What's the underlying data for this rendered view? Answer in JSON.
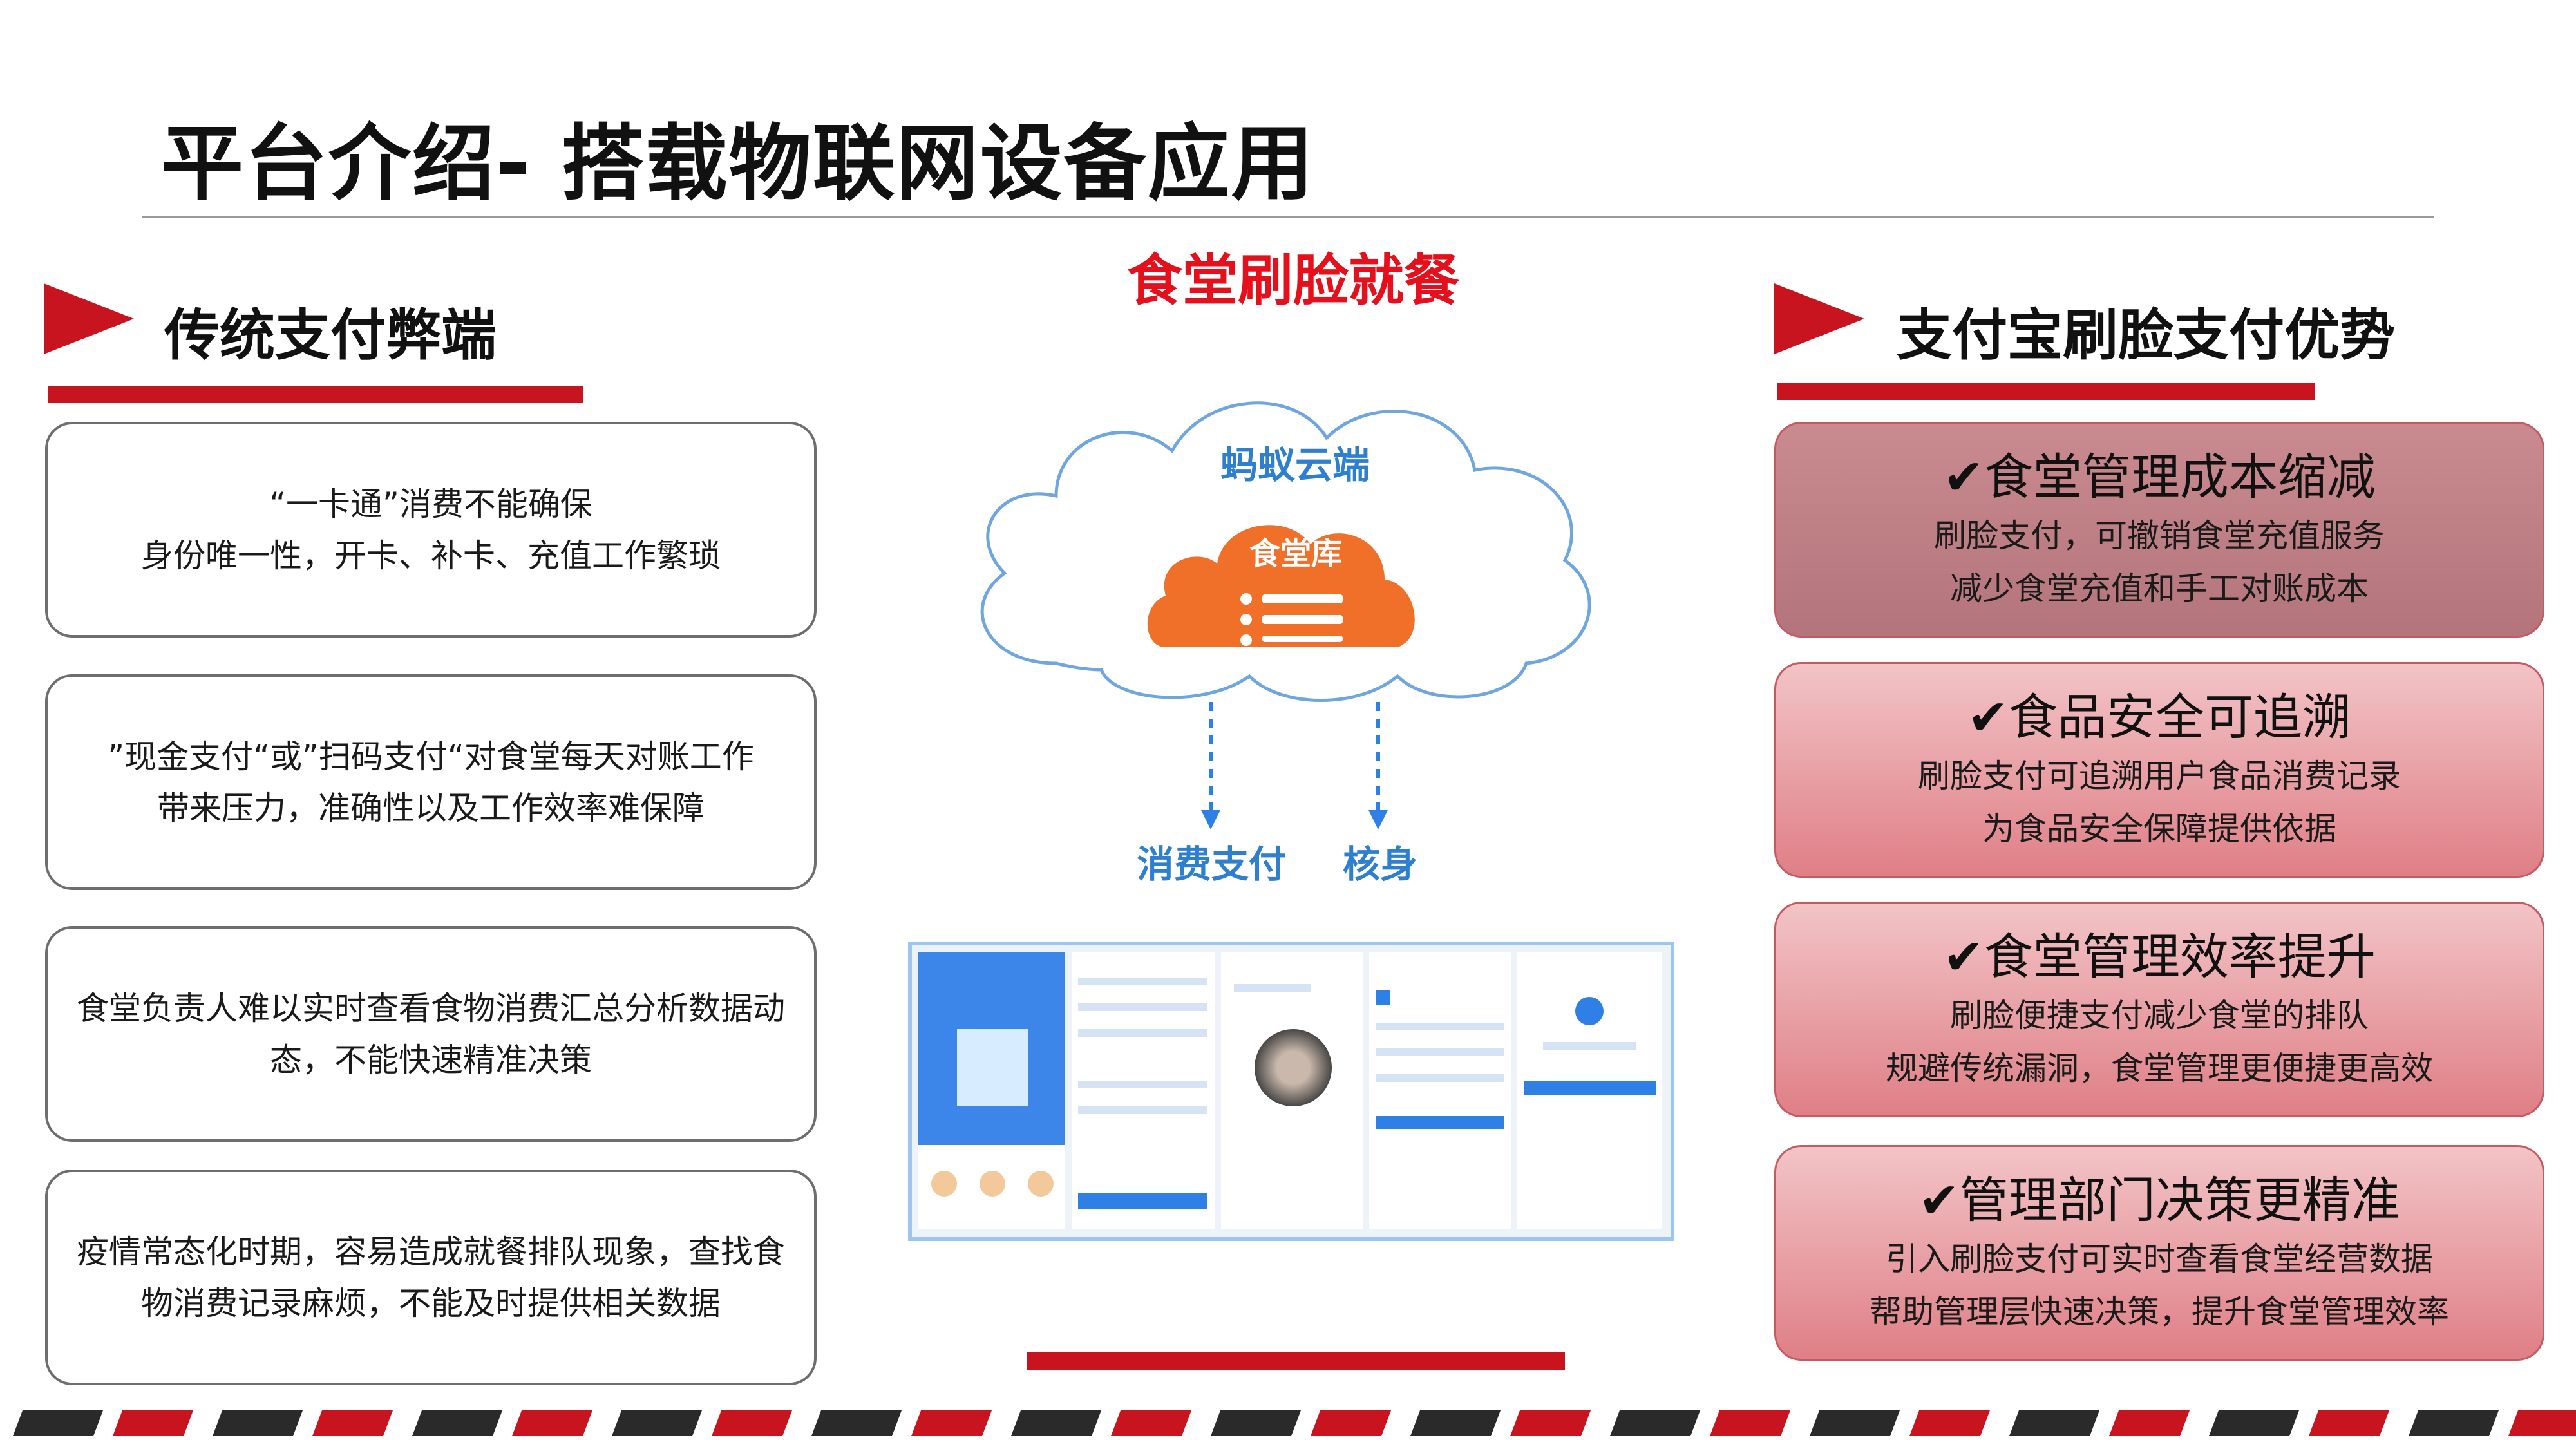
{
  "title": "平台介绍- 搭载物联网设备应用",
  "left_section": {
    "heading": "传统支付弊端",
    "cards": [
      {
        "lines": [
          "“一卡通”消费不能确保",
          "身份唯一性，开卡、补卡、充值工作繁琐"
        ]
      },
      {
        "lines": [
          "”现金支付“或”扫码支付“对食堂每天对账工作",
          "带来压力，准确性以及工作效率难保障"
        ]
      },
      {
        "lines": [
          "食堂负责人难以实时查看食物消费汇总分析数据动",
          "态，不能快速精准决策"
        ]
      },
      {
        "lines": [
          "疫情常态化时期，容易造成就餐排队现象，查找食",
          "物消费记录麻烦，不能及时提供相关数据"
        ]
      }
    ]
  },
  "center": {
    "title": "食堂刷脸就餐",
    "cloud_label": "蚂蚁云端",
    "db_label": "食堂库",
    "arrow_labels": [
      "消费支付",
      "核身"
    ],
    "cloud_icon": "cloud-icon",
    "database_icon": "database-list-icon"
  },
  "right_section": {
    "heading": "支付宝刷脸支付优势",
    "cards": [
      {
        "title": "✔食堂管理成本缩减",
        "lines": [
          "刷脸支付，可撤销食堂充值服务",
          "减少食堂充值和手工对账成本"
        ]
      },
      {
        "title": "✔食品安全可追溯",
        "lines": [
          "刷脸支付可追溯用户食品消费记录",
          "为食品安全保障提供依据"
        ]
      },
      {
        "title": "✔食堂管理效率提升",
        "lines": [
          "刷脸便捷支付减少食堂的排队",
          "规避传统漏洞，食堂管理更便捷更高效"
        ]
      },
      {
        "title": "✔管理部门决策更精准",
        "lines": [
          "引入刷脸支付可实时查看食堂经营数据",
          "帮助管理层快速决策，提升食堂管理效率"
        ]
      }
    ]
  },
  "colors": {
    "accent_red": "#c8141f",
    "title_red": "#e5101c",
    "cloud_blue": "#2f7fd0",
    "db_orange": "#f0702a"
  }
}
